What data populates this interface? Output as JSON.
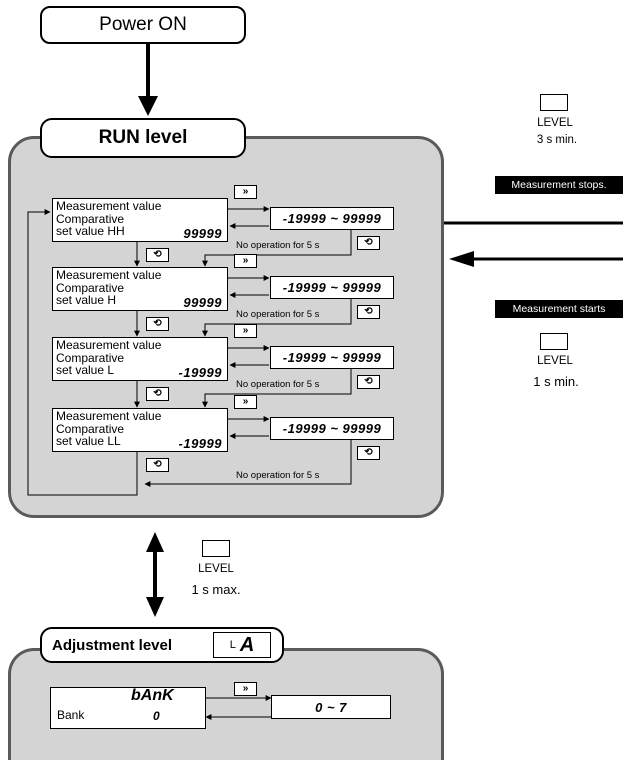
{
  "power_on": "Power ON",
  "run_level": {
    "title": "RUN level",
    "blocks": [
      {
        "line1": "Measurement value",
        "line2": "Comparative",
        "line3": "set value HH",
        "display": "99999",
        "range": "-19999 ~ 99999",
        "note": "No operation for 5 s"
      },
      {
        "line1": "Measurement value",
        "line2": "Comparative",
        "line3": "set value H",
        "display": "99999",
        "range": "-19999 ~ 99999",
        "note": "No operation for 5 s"
      },
      {
        "line1": "Measurement value",
        "line2": "Comparative",
        "line3": "set value L",
        "display": "-19999",
        "range": "-19999 ~ 99999",
        "note": "No operation for 5 s"
      },
      {
        "line1": "Measurement value",
        "line2": "Comparative",
        "line3": "set value LL",
        "display": "-19999",
        "range": "-19999 ~ 99999",
        "note": "No operation for 5 s"
      }
    ],
    "shift_key_symbol": "»",
    "mode_key_symbol": "⟲"
  },
  "right_side": {
    "top_key_label": "LEVEL",
    "top_key_time": "3 s min.",
    "stops": "Measurement stops.",
    "starts": "Measurement starts",
    "bottom_key_label": "LEVEL",
    "bottom_key_time": "1 s min."
  },
  "middle_key": {
    "label": "LEVEL",
    "time": "1 s max."
  },
  "adjustment_level": {
    "title": "Adjustment level",
    "code_prefix": "L",
    "code": "A",
    "bank_label": "Bank",
    "bank_code": "bAnK",
    "bank_value": "0",
    "bank_range": "0 ~ 7"
  }
}
